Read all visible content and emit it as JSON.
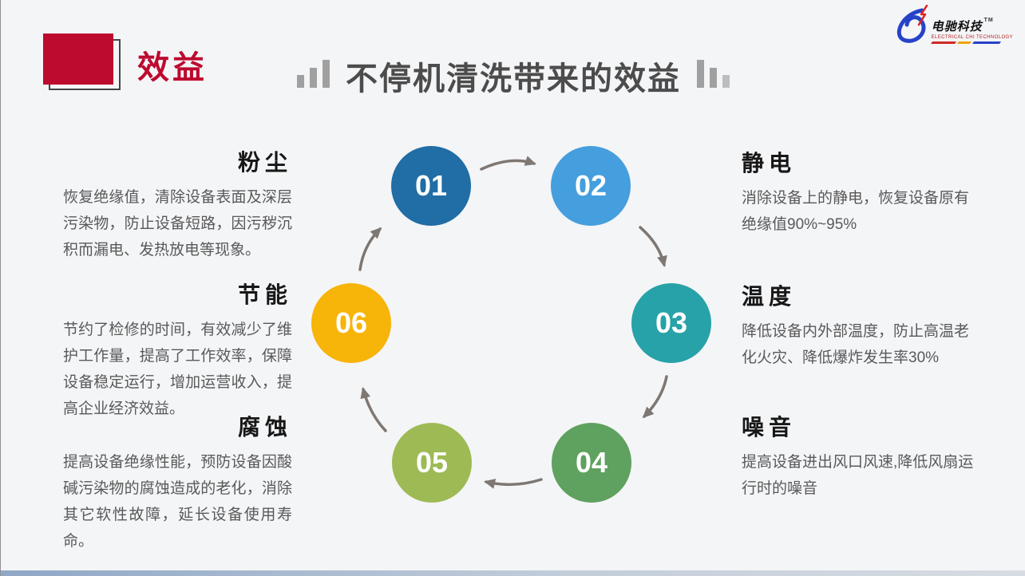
{
  "slide": {
    "corner_label": "效益",
    "title": "不停机清洗带来的效益",
    "background_color": "#f4f5f7",
    "accent_red": "#bd0a2f"
  },
  "logo": {
    "name": "电驰科技",
    "tm": "TM",
    "subtitle": "ELECTRICAL CHI TECHNOLOGY"
  },
  "cycle": {
    "steps": [
      {
        "num": "01",
        "color": "#216da5"
      },
      {
        "num": "02",
        "color": "#459edd"
      },
      {
        "num": "03",
        "color": "#27a2a8"
      },
      {
        "num": "04",
        "color": "#5fa15e"
      },
      {
        "num": "05",
        "color": "#9eba55"
      },
      {
        "num": "06",
        "color": "#f7b409"
      }
    ],
    "arrow_color": "#7e7772"
  },
  "benefits": [
    {
      "title": "粉尘",
      "body": "恢复绝缘值，清除设备表面及深层污染物，防止设备短路，因污秽沉积而漏电、发热放电等现象。"
    },
    {
      "title": "节能",
      "body": "节约了检修的时间，有效减少了维护工作量，提高了工作效率，保障设备稳定运行，增加运营收入，提高企业经济效益。"
    },
    {
      "title": "腐蚀",
      "body": "提高设备绝缘性能，预防设备因酸碱污染物的腐蚀造成的老化，消除其它软性故障，延长设备使用寿命。"
    },
    {
      "title": "静电",
      "body": "消除设备上的静电，恢复设备原有绝缘值90%~95%"
    },
    {
      "title": "温度",
      "body": "降低设备内外部温度，防止高温老化火灾、降低爆炸发生率30%"
    },
    {
      "title": "噪音",
      "body": "提高设备进出风口风速,降低风扇运行时的噪音"
    }
  ]
}
